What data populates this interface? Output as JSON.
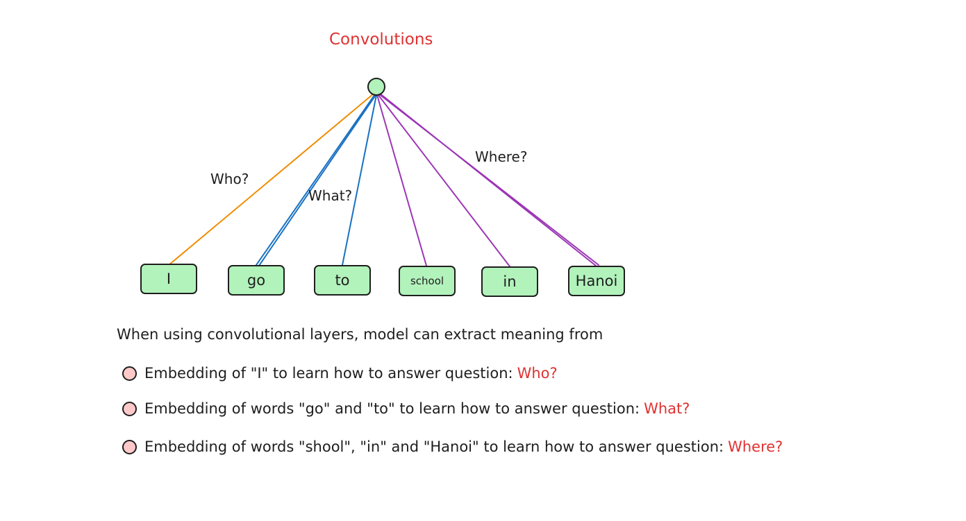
{
  "title": "Convolutions",
  "colors": {
    "node_fill": "#b2f2bb",
    "bullet_fill": "#ffc9c9",
    "accent_red": "#e03131",
    "edge_who": "#f08c00",
    "edge_what": "#1971c2",
    "edge_where": "#9c36b5"
  },
  "edge_labels": {
    "who": "Who?",
    "what": "What?",
    "where": "Where?"
  },
  "tokens": [
    "I",
    "go",
    "to",
    "school",
    "in",
    "Hanoi"
  ],
  "intro": "When using convolutional layers, model can extract meaning from",
  "bullets": [
    {
      "text": "Embedding of \"I\" to learn how to answer question:",
      "question": "Who?"
    },
    {
      "text": "Embedding of words \"go\" and \"to\" to learn how to answer question:",
      "question": "What?"
    },
    {
      "text": "Embedding of words \"shool\", \"in\" and \"Hanoi\" to learn how to answer question:",
      "question": "Where?"
    }
  ]
}
